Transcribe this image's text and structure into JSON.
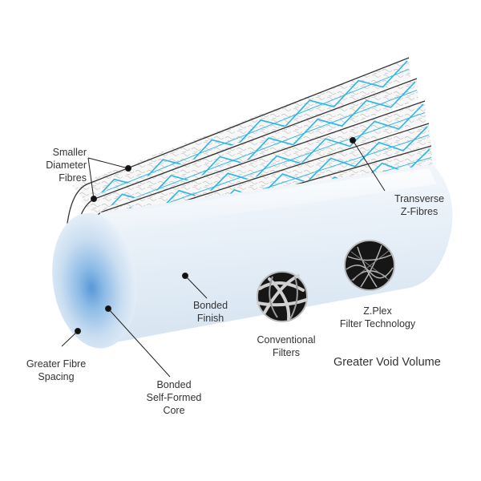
{
  "labels": {
    "smaller_diameter_fibres": "Smaller\nDiameter\nFibres",
    "transverse_z_fibres": "Transverse\nZ-Fibres",
    "bonded_finish": "Bonded\nFinish",
    "conventional_filters": "Conventional\nFilters",
    "zplex_filter_technology": "Z.Plex\nFilter Technology",
    "greater_void_volume": "Greater Void Volume",
    "greater_fibre_spacing": "Greater  Fibre\nSpacing",
    "bonded_self_formed_core": "Bonded\nSelf-Formed\nCore"
  },
  "icons": {
    "conventional": "conventional-filter-fibres-icon",
    "zplex": "zplex-filter-fibres-icon"
  },
  "colors": {
    "cartridge_light": "#eef4fa",
    "cartridge_blue": "#a9cbe9",
    "core_blue": "#5a98d8",
    "z_fibre_cyan": "#2ab6e6",
    "layer_outline": "#333333",
    "leader_line": "#222222"
  }
}
